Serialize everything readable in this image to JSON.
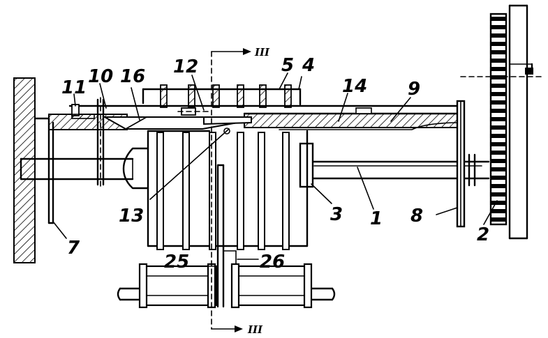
{
  "figure": {
    "reference_numerals": {
      "n1": "1",
      "n2": "2",
      "n3": "3",
      "n4": "4",
      "n5": "5",
      "n7": "7",
      "n8": "8",
      "n9": "9",
      "n10": "10",
      "n11": "11",
      "n12": "12",
      "n13": "13",
      "n14": "14",
      "n16": "16",
      "n25": "25",
      "n26": "26"
    },
    "section_marks": {
      "top": "III",
      "bottom": "III"
    }
  }
}
